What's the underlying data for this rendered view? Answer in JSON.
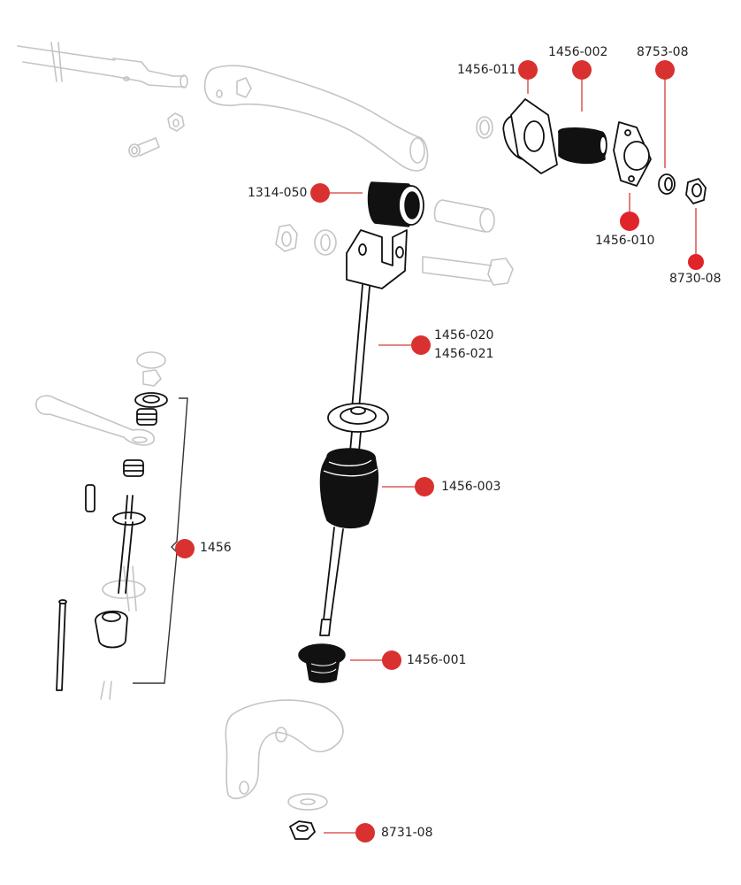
{
  "diagram": {
    "title": "",
    "marker_color": "#d9312f",
    "leader_color": "#d23a3a",
    "callouts": [
      {
        "id": "1456-011",
        "label": "1456-011",
        "part": "bushing-retainer-flange-left"
      },
      {
        "id": "1456-002",
        "label": "1456-002",
        "part": "rubber-bushing"
      },
      {
        "id": "8753-08",
        "label": "8753-08",
        "part": "lock-washer"
      },
      {
        "id": "1456-010",
        "label": "1456-010",
        "part": "bushing-retainer-flange-right"
      },
      {
        "id": "8730-08",
        "label": "8730-08",
        "part": "nut"
      },
      {
        "id": "1314-050",
        "label": "1314-050",
        "part": "eye-bushing"
      },
      {
        "id": "1456-020",
        "label": "1456-020",
        "label2": "1456-021",
        "part": "drop-link-rod"
      },
      {
        "id": "1456-003",
        "label": "1456-003",
        "part": "lower-rubber-bushing"
      },
      {
        "id": "1456-001",
        "label": "1456-001",
        "part": "bottom-grommet"
      },
      {
        "id": "1456",
        "label": "1456",
        "part": "drop-link-kit-assembly"
      },
      {
        "id": "8731-08",
        "label": "8731-08",
        "part": "lower-nut"
      }
    ]
  }
}
